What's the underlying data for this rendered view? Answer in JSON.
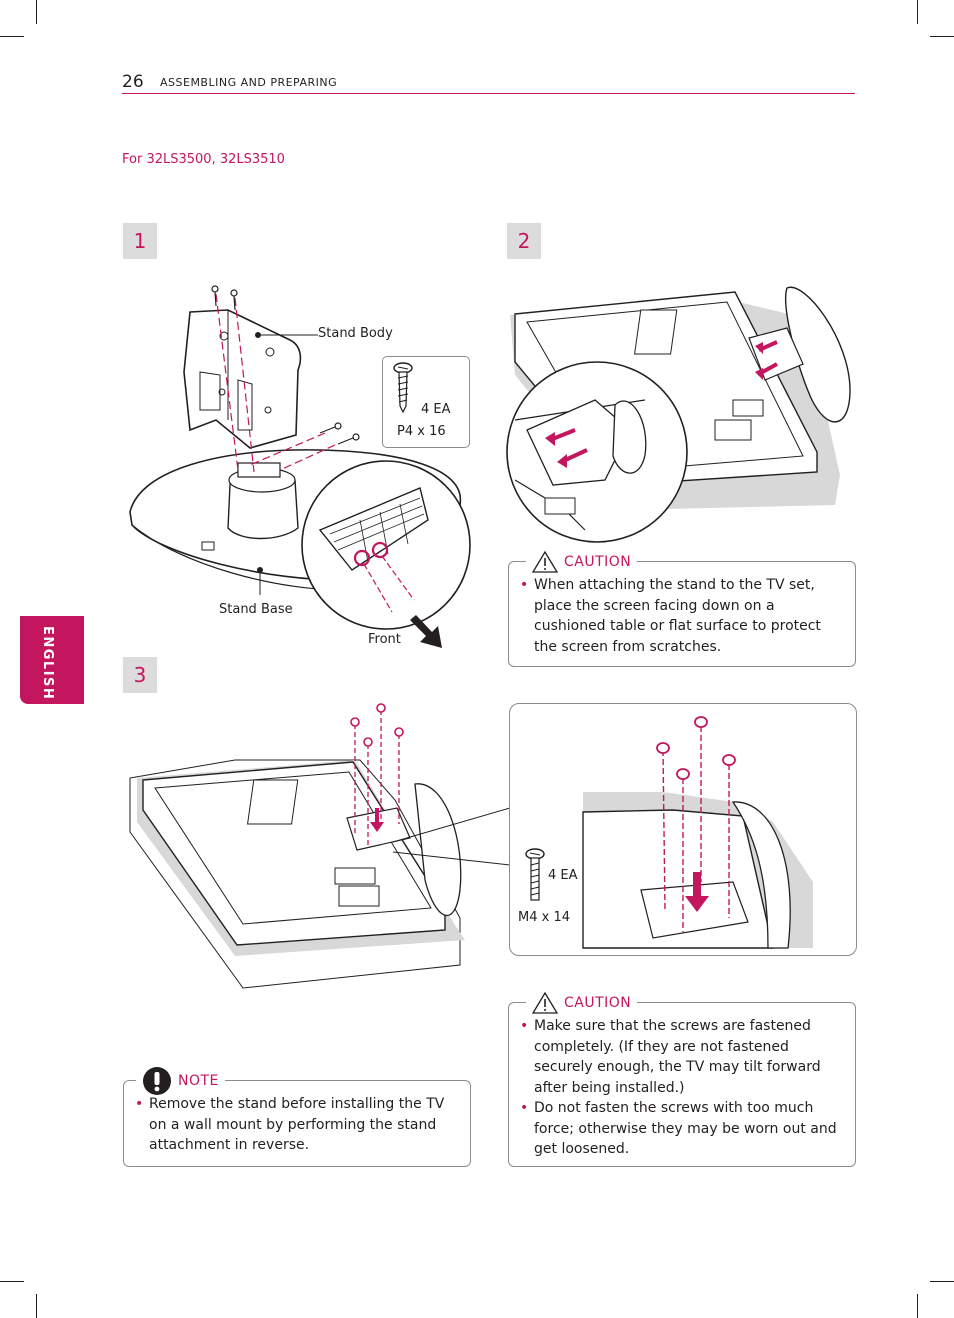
{
  "header": {
    "page_number": "26",
    "section_title": "ASSEMBLING AND PREPARING"
  },
  "language_tab": "ENGLISH",
  "model_label": "For 32LS3500, 32LS3510",
  "steps": {
    "step1": "1",
    "step2": "2",
    "step3": "3"
  },
  "step1": {
    "stand_body_label": "Stand Body",
    "stand_base_label": "Stand Base",
    "front_label": "Front",
    "screw_qty": "4 EA",
    "screw_size": "P4 x 16"
  },
  "step3": {
    "screw_qty": "4 EA",
    "screw_size": "M4 x 14"
  },
  "caution1": {
    "title": "CAUTION",
    "bullets": [
      "When attaching the stand to the TV set, place the screen facing down on a cushioned table or flat surface to protect the screen from scratches."
    ]
  },
  "caution2": {
    "title": "CAUTION",
    "bullets": [
      "Make sure that the screws are fastened completely. (If they are not fastened securely enough, the TV may tilt forward after being installed.)",
      "Do not fasten the screws with too much force; otherwise they may be worn out and get loosened."
    ]
  },
  "note": {
    "title": "NOTE",
    "bullets": [
      "Remove the stand before installing the TV on a wall mount by performing the stand attachment in reverse."
    ]
  },
  "colors": {
    "accent": "#c4165e",
    "step_box": "#dcdcdc",
    "text": "#231f20"
  }
}
